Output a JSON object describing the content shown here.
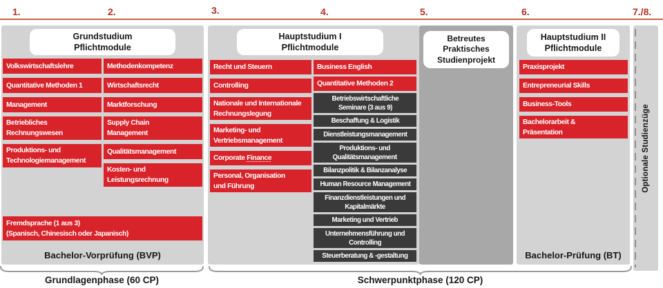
{
  "semesters": [
    "1.",
    "2.",
    "3.",
    "4.",
    "5.",
    "6.",
    "7./8."
  ],
  "grundstudium": {
    "title": "Grundstudium\nPflichtmodule",
    "col1": [
      "Volkswirtschaftslehre",
      "Quantitative Methoden 1",
      "Management",
      "Betriebliches\nRechnungswesen",
      "Produktions- und\nTechnologiemanagement"
    ],
    "col2": [
      "Methodenkompetenz",
      "Wirtschaftsrecht",
      "Marktforschung",
      "Supply Chain\nManagement",
      "Qualitätsmanagement",
      "Kosten- und\nLeistungsrechnung"
    ],
    "wide": "Fremdsprache (1 aus 3)\n(Spanisch, Chinesisch oder Japanisch)",
    "footer": "Bachelor-Vorprüfung (BVP)"
  },
  "hauptstudium1": {
    "title": "Hauptstudium I\nPflichtmodule",
    "col1": [
      "Recht und Steuern",
      "Controlling",
      "Nationale und Internationale\nRechnungslegung",
      "Marketing- und\nVertriebsmanagement",
      "Personal, Organisation\nund Führung"
    ],
    "corporate": {
      "pre": "Corporate ",
      "word": "Finance"
    },
    "col2_red": [
      "Business English",
      "Quantitative Methoden 2"
    ],
    "col2_dark": [
      "Betriebswirtschaftliche\nSeminare (3 aus 9)",
      "Beschaffung & Logistik",
      "Dienstleistungsmanagement",
      "Produktions- und\nQualitätsmanagement",
      "Bilanzpolitik & Bilanzanalyse",
      "Human Resource Management",
      "Finanzdienstleistungen und\nKapitalmärkte",
      "Marketing und Vertrieb",
      "Unternehmensführung und\nControlling",
      "Steuerberatung & -gestaltung"
    ]
  },
  "studienprojekt": {
    "title": "Betreutes\nPraktisches\nStudienprojekt"
  },
  "hauptstudium2": {
    "title": "Hauptstudium II\nPflichtmodule",
    "modules": [
      "Praxisprojekt",
      "Entrepreneurial Skills",
      "Business-Tools",
      "Bachelorarbeit &\nPräsentation"
    ],
    "footer": "Bachelor-Prüfung (BT)"
  },
  "optionale": {
    "label": "Optionale Studienzüge"
  },
  "phases": {
    "grundlagen": "Grundlagenphase (60 CP)",
    "schwerpunkt": "Schwerpunktphase (120 CP)"
  },
  "colors": {
    "module_red": "#d8232a",
    "module_dark": "#3a3a3a",
    "panel_gray": "#d3d3d3",
    "panel_dark_gray": "#a8a8a8",
    "accent_red": "#b13224",
    "line_red": "#c75f4c"
  }
}
